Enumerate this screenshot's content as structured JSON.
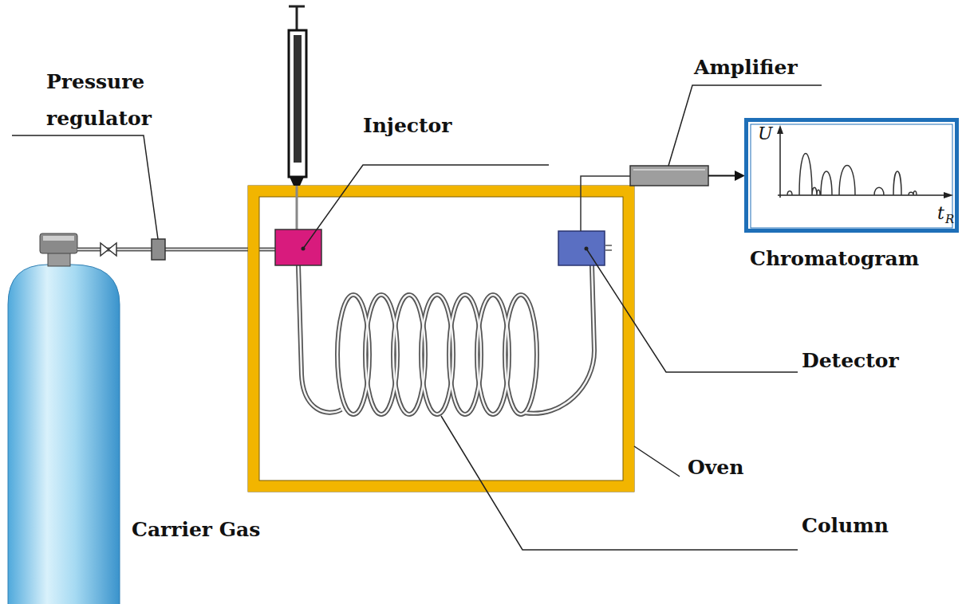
{
  "diagram": {
    "nodes": [
      {
        "text": [
          "Chromatogram",
          "U",
          "t",
          "R"
        ]
      }
    ],
    "labels": [
      "Pressure regulator",
      "Injector",
      "Amplifier",
      "Detector",
      "Oven",
      "Column",
      "Carrier Gas"
    ]
  }
}
